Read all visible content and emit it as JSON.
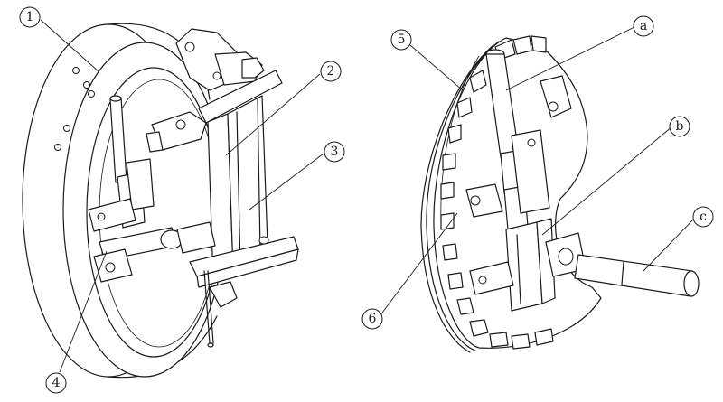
{
  "callouts": [
    {
      "id": "c1",
      "label": "1"
    },
    {
      "id": "c2",
      "label": "2"
    },
    {
      "id": "c3",
      "label": "3"
    },
    {
      "id": "c4",
      "label": "4"
    },
    {
      "id": "c5",
      "label": "5"
    },
    {
      "id": "c6",
      "label": "6"
    },
    {
      "id": "ca",
      "label": "a"
    },
    {
      "id": "cb",
      "label": "b"
    },
    {
      "id": "cc",
      "label": "c"
    }
  ],
  "colors": {
    "stroke": "#1a1a1a",
    "background": "#ffffff"
  }
}
